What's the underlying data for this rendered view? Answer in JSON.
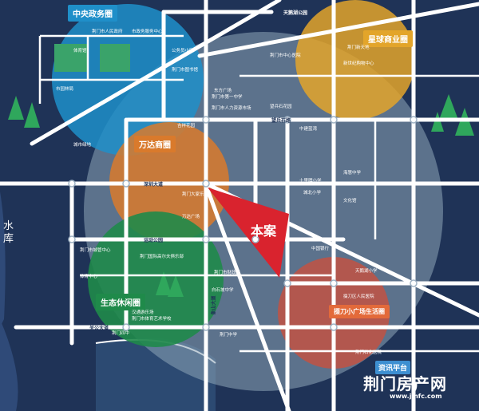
{
  "districts": {
    "zhongyang": "中央政务圈",
    "xingqiu": "星球商业圈",
    "wanda": "万达商圈",
    "shengtai": "生态休闲圈",
    "duodao": "掇刀小广场生活圈"
  },
  "project": "本案",
  "water": "水库",
  "roads": {
    "shenzhen": "深圳大道",
    "wanxin": "望兵石路",
    "gaoxin": "象山大道",
    "guanggong": "关公大道",
    "tianjin": "天鹅湖公园",
    "jiuzhou": "运动公园"
  },
  "places": [
    "荆门市人民政府",
    "市政务服务中心",
    "公务员小区",
    "体育馆",
    "荆门市图书馆",
    "市园林局",
    "荆门市城管中心",
    "荆门市第一中学",
    "吉祥花园",
    "荆门市人力资源市场",
    "望兵石花园",
    "中建蓝湾",
    "东方广场",
    "万达广场",
    "新世纪购物中心",
    "荆门大家乐",
    "城北小学",
    "十里牌小学",
    "海慧中学",
    "中国银行",
    "掇刀区人民医院",
    "天鹅湖小学",
    "荆门市财政局",
    "白石坡中学",
    "文化馆",
    "荆门中学",
    "体育中心",
    "荆门新天地",
    "荆门四中",
    "荆门市中心医院",
    "荆门石化医院",
    "汉通游乐场",
    "荆门市体育艺术学校",
    "荆门国际高尔夫俱乐部",
    "城市绿地"
  ],
  "watermark": {
    "site": "荆门房产网",
    "badge": "资讯平台",
    "url": "www.jmfc.com"
  },
  "colors": {
    "background": "#1f3357",
    "road": "#ffffff",
    "blue_circle": "#1f8fc9",
    "yellow_circle": "#e3a52a",
    "orange_circle": "#d97a2c",
    "green_circle": "#1f8a4a",
    "red_circle": "#c8503f",
    "grey_circle": "#8ea5b8",
    "project": "#d9232e"
  }
}
